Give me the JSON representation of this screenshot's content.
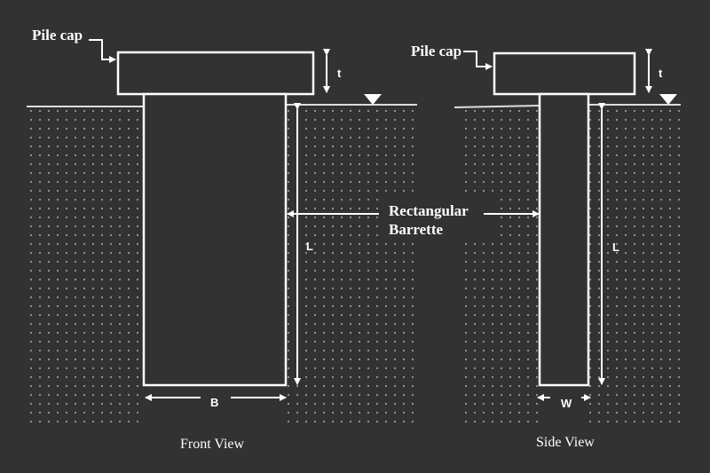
{
  "labels": {
    "pile_cap_front": "Pile cap",
    "pile_cap_side": "Pile cap",
    "thickness_front": "t",
    "thickness_side": "t",
    "barrette_line1": "Rectangular",
    "barrette_line2": "Barrette",
    "length_front": "L",
    "length_side": "L",
    "breadth": "B",
    "width": "W",
    "front_view": "Front View",
    "side_view": "Side View"
  },
  "colors": {
    "background": "#323232",
    "line": "#ffffff",
    "soil_dot": "#9a9a9a"
  }
}
